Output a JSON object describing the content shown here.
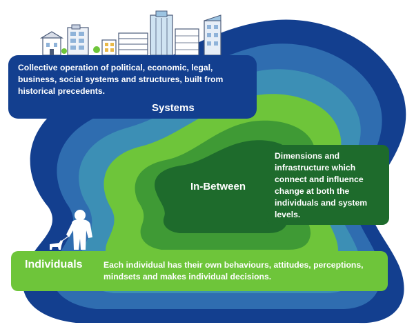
{
  "systems": {
    "title": "Systems",
    "description": "Collective operation of political, economic, legal, business, social systems and structures, built from historical precedents."
  },
  "in_between": {
    "title": "In-Between",
    "description": "Dimensions and infrastructure which connect and influence change at both the individuals and system levels."
  },
  "individuals": {
    "title": "Individuals",
    "description": "Each individual has their own behaviours, attitudes, perceptions, mindsets and makes individual decisions."
  },
  "colors": {
    "navy": "#133f8f",
    "blue": "#2f6db0",
    "steel_blue": "#3c8fb5",
    "light_green": "#6ec53a",
    "mid_green": "#3f9a35",
    "dark_green": "#1e6b2c"
  },
  "icons": [
    "city-buildings-icon",
    "person-walking-dog-icon"
  ]
}
